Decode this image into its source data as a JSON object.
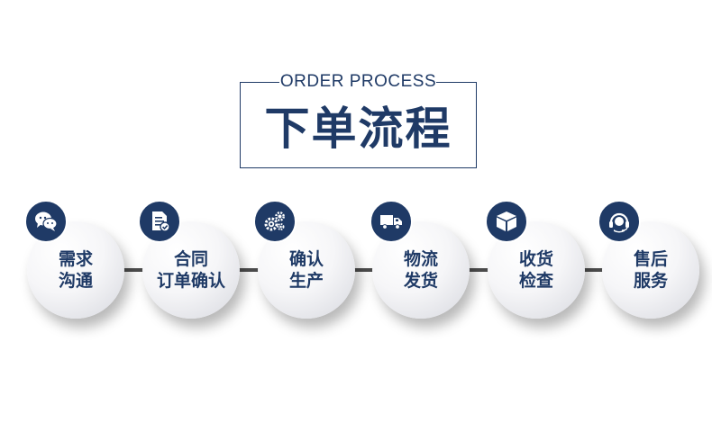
{
  "header": {
    "subtitle": "ORDER PROCESS",
    "title": "下单流程"
  },
  "steps": [
    {
      "line1": "需求",
      "line2": "沟通",
      "icon": "chat-icon"
    },
    {
      "line1": "合同",
      "line2": "订单确认",
      "icon": "document-check-icon"
    },
    {
      "line1": "确认",
      "line2": "生产",
      "icon": "gears-icon"
    },
    {
      "line1": "物流",
      "line2": "发货",
      "icon": "truck-icon"
    },
    {
      "line1": "收货",
      "line2": "检查",
      "icon": "box-icon"
    },
    {
      "line1": "售后",
      "line2": "服务",
      "icon": "headset-icon"
    }
  ],
  "colors": {
    "accent": "#1f3a66",
    "connector": "#4d4d4d"
  }
}
